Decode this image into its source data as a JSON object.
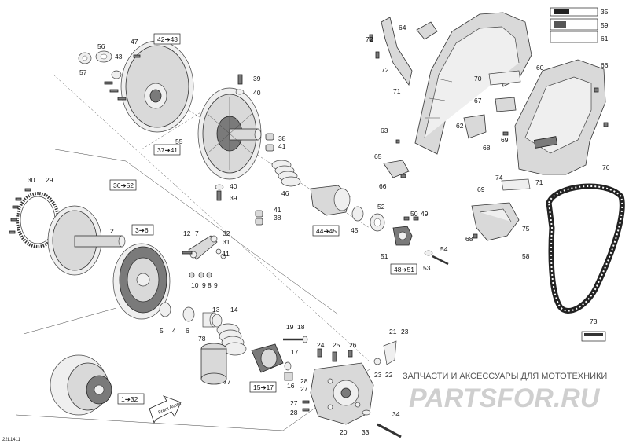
{
  "diagram_code": "22L1411",
  "front_label": "Front Avant",
  "watermark": {
    "line1": "ЗАПЧАСТИ И АКСЕССУАРЫ ДЛЯ МОТОТЕХНИКИ",
    "line2": "PARTSFOR.RU"
  },
  "callouts": [
    "47",
    "56",
    "43",
    "57",
    "39",
    "40",
    "38",
    "41",
    "55",
    "36",
    "30",
    "29",
    "2",
    "1",
    "12",
    "7",
    "32",
    "31",
    "11",
    "10",
    "9",
    "8",
    "13",
    "14",
    "5",
    "4",
    "6",
    "78",
    "77",
    "19",
    "18",
    "17",
    "16",
    "15",
    "24",
    "25",
    "26",
    "21",
    "23",
    "22",
    "27",
    "28",
    "20",
    "33",
    "34",
    "46",
    "45",
    "44",
    "52",
    "50",
    "49",
    "51",
    "48",
    "53",
    "54",
    "64",
    "35",
    "59",
    "61",
    "72",
    "71",
    "60",
    "66",
    "70",
    "67",
    "62",
    "63",
    "68",
    "69",
    "65",
    "76",
    "74",
    "75",
    "58",
    "73"
  ],
  "boxed_callouts": {
    "b_42_43": "42➔43",
    "b_37_41": "37➔41",
    "b_36_52": "36➔52",
    "b_3_6": "3➔6",
    "b_44_45": "44➔45",
    "b_48_51": "48➔51",
    "b_15_17": "15➔17",
    "b_1_32": "1➔32"
  },
  "plain_labels": {
    "l55": "55",
    "l32": "32",
    "l5": "5",
    "l17": "17"
  }
}
